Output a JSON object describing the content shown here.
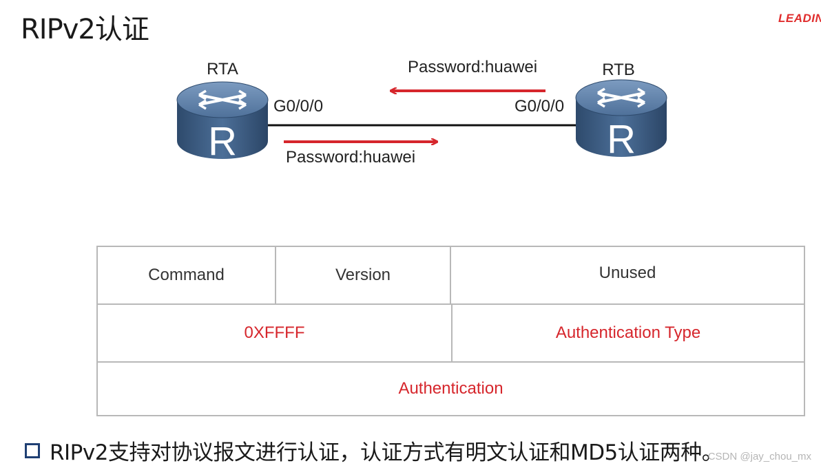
{
  "page_title": "RIPv2认证",
  "logo_text": "LEADIN",
  "topology": {
    "router_a": {
      "name": "RTA",
      "glyph": "R",
      "interface": "G0/0/0"
    },
    "router_b": {
      "name": "RTB",
      "glyph": "R",
      "interface": "G0/0/0"
    },
    "arrow_to_a_label": "Password:huawei",
    "arrow_to_b_label": "Password:huawei",
    "accent_color": "#d6262c",
    "router_color": "#3e5f86"
  },
  "packet_table": {
    "row1": {
      "command": "Command",
      "version": "Version",
      "unused": "Unused"
    },
    "row2": {
      "address_family": "0XFFFF",
      "auth_type": "Authentication Type"
    },
    "row3": {
      "authentication": "Authentication"
    },
    "text_color": "#333333",
    "highlight_color": "#d6262c"
  },
  "bullet": {
    "text": "RIPv2支持对协议报文进行认证，认证方式有明文认证和MD5认证两种。"
  },
  "watermark": "CSDN @jay_chou_mx"
}
